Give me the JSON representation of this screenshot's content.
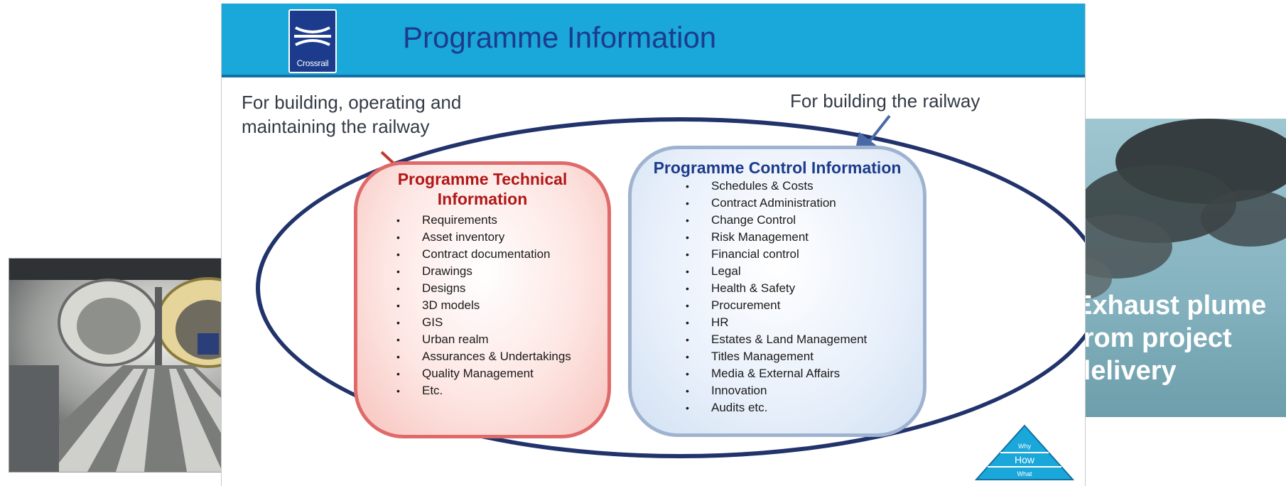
{
  "slide": {
    "logo_text": "Crossrail",
    "title": "Programme Information",
    "left_caption": "For building, operating and maintaining the railway",
    "right_caption": "For building the railway",
    "pyramid": {
      "top": "Why",
      "middle": "How",
      "bottom": "What"
    }
  },
  "technical": {
    "heading": "Programme Technical Information",
    "items": [
      "Requirements",
      "Asset inventory",
      "Contract documentation",
      "Drawings",
      "Designs",
      "3D models",
      "GIS",
      "Urban realm",
      "Assurances & Undertakings",
      "Quality Management",
      "Etc."
    ]
  },
  "control": {
    "heading": "Programme Control Information",
    "items": [
      "Schedules & Costs",
      "Contract Administration",
      "Change Control",
      "Risk Management",
      "Financial control",
      "Legal",
      "Health & Safety",
      "Procurement",
      "HR",
      "Estates & Land Management",
      "Titles Management",
      "Media & External Affairs",
      "Innovation",
      "Audits etc."
    ]
  },
  "plume_photo": {
    "caption": "Exhaust plume from project delivery"
  },
  "colors": {
    "header_blue": "#1aa7d9",
    "navy": "#1c3b8c",
    "technical_red": "#b01717",
    "ellipse": "#22336b"
  }
}
